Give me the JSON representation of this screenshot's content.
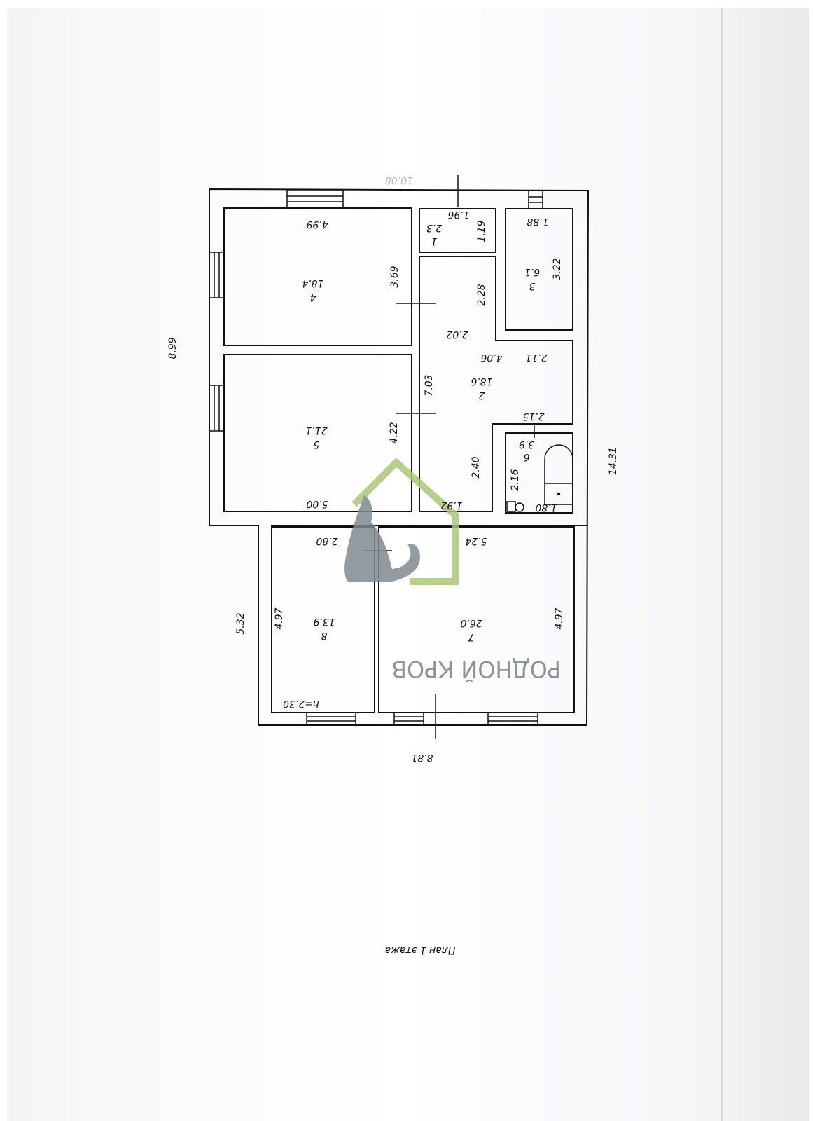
{
  "title": "План 1 этажа",
  "watermark": "РОДНОЙ КРОВ",
  "ghost_dimension": "10.08",
  "ceiling_height": "h=2.30",
  "overall": {
    "width_top": "8.99",
    "width_bottom": "8.81",
    "length": "14.31",
    "annex_length": "5.32"
  },
  "rooms": [
    {
      "no": "1",
      "area": "2.3",
      "dims": [
        "1.96",
        "1.19"
      ]
    },
    {
      "no": "2",
      "area": "18.6",
      "dims": [
        "7.03",
        "2.02",
        "2.28",
        "4.06",
        "2.11",
        "2.15",
        "2.40",
        "1.92"
      ]
    },
    {
      "no": "3",
      "area": "6.1",
      "dims": [
        "1.88",
        "3.22"
      ]
    },
    {
      "no": "4",
      "area": "18.4",
      "dims": [
        "4.99",
        "3.69"
      ]
    },
    {
      "no": "5",
      "area": "21.1",
      "dims": [
        "5.00",
        "4.22"
      ]
    },
    {
      "no": "6",
      "area": "3.9",
      "dims": [
        "2.16",
        "1.80"
      ]
    },
    {
      "no": "7",
      "area": "26.0",
      "dims": [
        "5.24",
        "4.97"
      ]
    },
    {
      "no": "8",
      "area": "13.9",
      "dims": [
        "2.80",
        "4.97"
      ]
    }
  ],
  "colors": {
    "logo_house": "#a9c77a",
    "logo_cat": "#7f8a90",
    "line": "#111111"
  }
}
